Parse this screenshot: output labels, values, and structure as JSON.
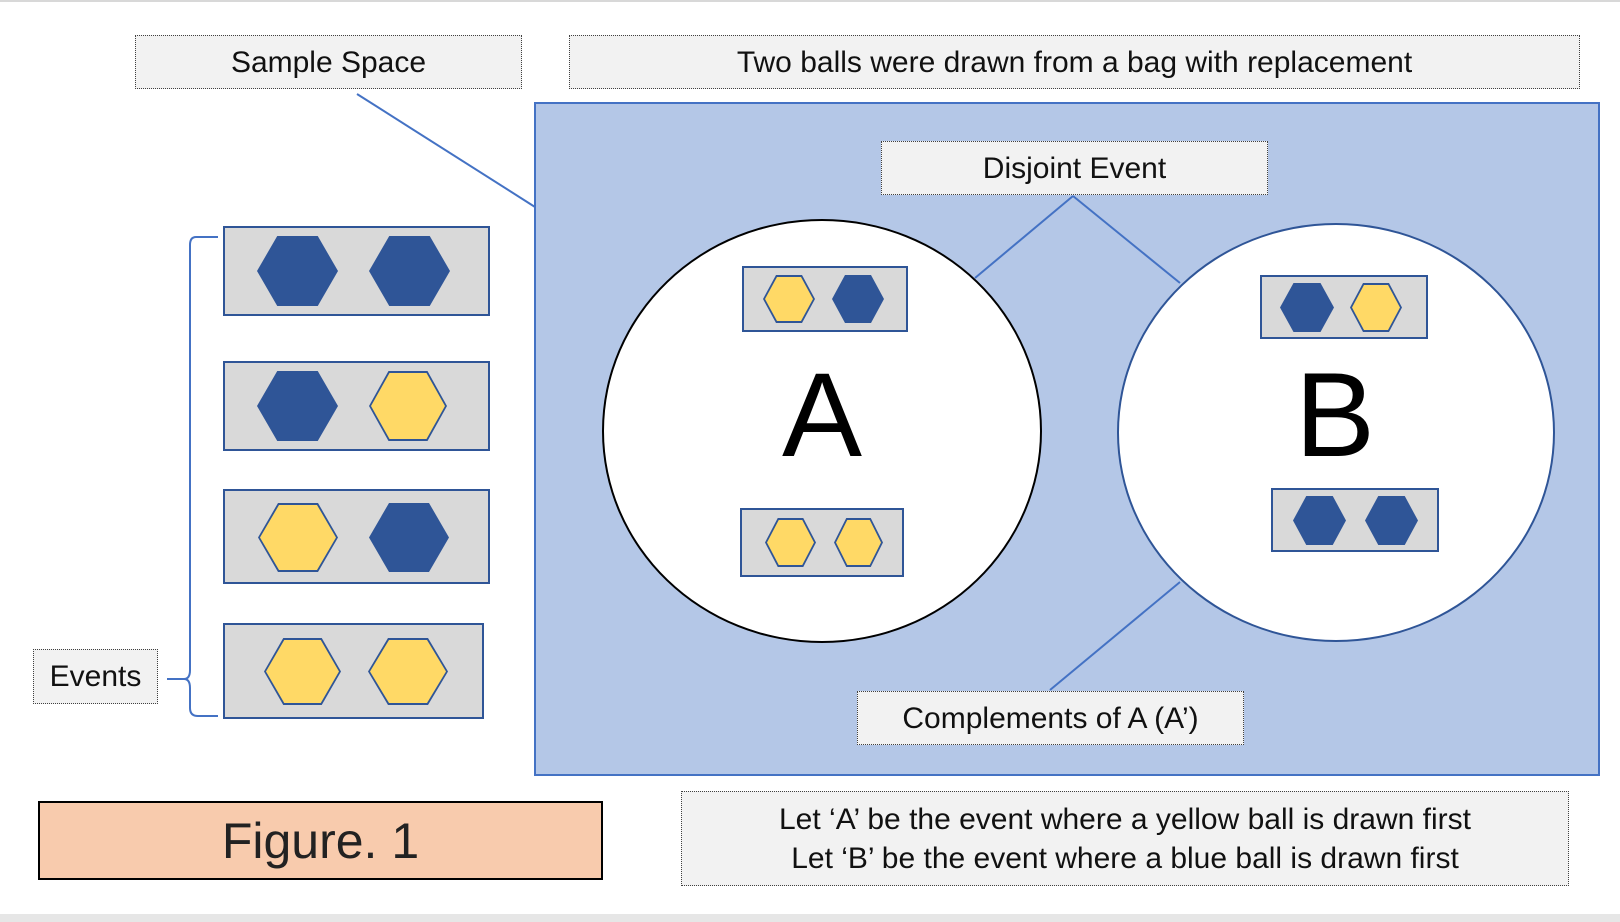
{
  "labels": {
    "sample_space": "Sample Space",
    "experiment": "Two balls were drawn from a bag with replacement",
    "disjoint_event": "Disjoint Event",
    "complements": "Complements of A (A’)",
    "events": "Events",
    "figure": "Figure. 1"
  },
  "definitions": [
    "Let ‘A’ be the event where a yellow ball is drawn first",
    "Let ‘B’ be the event where a blue ball is drawn first"
  ],
  "sets": {
    "a_letter": "A",
    "b_letter": "B"
  },
  "colors": {
    "blue_ball": "#2f5597",
    "yellow_ball": "#ffd966",
    "sample_space_fill": "#b4c7e7",
    "figure_label_fill": "#f8cbad",
    "pair_box_fill": "#d9d9d9"
  },
  "outcomes": [
    [
      "blue",
      "blue"
    ],
    [
      "blue",
      "yellow"
    ],
    [
      "yellow",
      "blue"
    ],
    [
      "yellow",
      "yellow"
    ]
  ],
  "set_a_outcomes": [
    [
      "yellow",
      "blue"
    ],
    [
      "yellow",
      "yellow"
    ]
  ],
  "set_b_outcomes": [
    [
      "blue",
      "yellow"
    ],
    [
      "blue",
      "blue"
    ]
  ]
}
